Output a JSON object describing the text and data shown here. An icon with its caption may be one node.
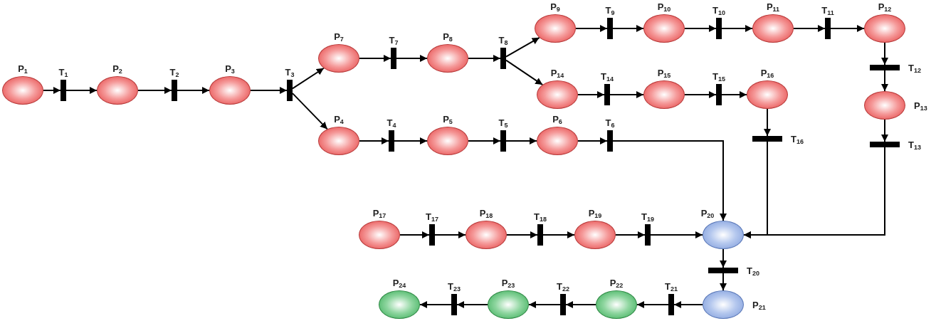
{
  "diagram": {
    "nodes": [
      {
        "text": [
          "P$_{1}$"
        ]
      },
      {
        "text": [
          "T$_{1}$"
        ]
      },
      {
        "text": [
          "P$_{2}$"
        ]
      },
      {
        "text": [
          "T$_{2}$"
        ]
      },
      {
        "text": [
          "P$_{3}$"
        ]
      },
      {
        "text": [
          "T$_{3}$"
        ]
      },
      {
        "text": [
          "P$_{7}$"
        ]
      },
      {
        "text": [
          "T$_{7}$"
        ]
      },
      {
        "text": [
          "P$_{8}$"
        ]
      },
      {
        "text": [
          "T$_{8}$"
        ]
      },
      {
        "text": [
          "P$_{9}$"
        ]
      },
      {
        "text": [
          "T$_{9}$"
        ]
      },
      {
        "text": [
          "P$_{10}$"
        ]
      },
      {
        "text": [
          "T$_{10}$"
        ]
      },
      {
        "text": [
          "P$_{11}$"
        ]
      },
      {
        "text": [
          "T$_{11}$"
        ]
      },
      {
        "text": [
          "P$_{12}$"
        ]
      },
      {
        "text": [
          "T$_{12}$"
        ]
      },
      {
        "text": [
          "P$_{13}$"
        ]
      },
      {
        "text": [
          "T$_{13}$"
        ]
      },
      {
        "text": [
          "P$_{14}$"
        ]
      },
      {
        "text": [
          "T$_{14}$"
        ]
      },
      {
        "text": [
          "P$_{15}$"
        ]
      },
      {
        "text": [
          "T$_{15}$"
        ]
      },
      {
        "text": [
          "P$_{16}$"
        ]
      },
      {
        "text": [
          "T$_{16}$"
        ]
      },
      {
        "text": [
          "P$_{4}$"
        ]
      },
      {
        "text": [
          "T$_{4}$"
        ]
      },
      {
        "text": [
          "P$_{5}$"
        ]
      },
      {
        "text": [
          "T$_{5}$"
        ]
      },
      {
        "text": [
          "P$_{6}$"
        ]
      },
      {
        "text": [
          "T$_{6}$"
        ]
      },
      {
        "text": [
          "P$_{17}$"
        ]
      },
      {
        "text": [
          "T$_{17}$"
        ]
      },
      {
        "text": [
          "P$_{18}$"
        ]
      },
      {
        "text": [
          "T$_{18}$"
        ]
      },
      {
        "text": [
          "P$_{19}$"
        ]
      },
      {
        "text": [
          "T$_{19}$"
        ]
      },
      {
        "text": [
          "P$_{20}$"
        ]
      },
      {
        "text": [
          "T$_{20}$"
        ]
      },
      {
        "text": [
          "P$_{21}$"
        ]
      },
      {
        "text": [
          "T$_{21}$"
        ]
      },
      {
        "text": [
          "P$_{22}$"
        ]
      },
      {
        "text": [
          "T$_{22}$"
        ]
      },
      {
        "text": [
          "P$_{23}$"
        ]
      },
      {
        "text": [
          "T$_{23}$"
        ]
      },
      {
        "text": [
          "P$_{24}$"
        ]
      }
    ],
    "edges": [
      {
        "from": 0,
        "to": 1,
        "arrow": "to"
      },
      {
        "from": 1,
        "to": 2,
        "arrow": "to"
      },
      {
        "from": 2,
        "to": 3,
        "arrow": "to"
      },
      {
        "from": 3,
        "to": 4,
        "arrow": "to"
      },
      {
        "from": 4,
        "to": 5,
        "arrow": "to"
      },
      {
        "from": 5,
        "to": 6,
        "arrow": "to"
      },
      {
        "from": 5,
        "to": 26,
        "arrow": "to"
      },
      {
        "from": 6,
        "to": 7,
        "arrow": "to"
      },
      {
        "from": 7,
        "to": 8,
        "arrow": "to"
      },
      {
        "from": 8,
        "to": 9,
        "arrow": "to"
      },
      {
        "from": 9,
        "to": 10,
        "arrow": "to"
      },
      {
        "from": 9,
        "to": 20,
        "arrow": "to"
      },
      {
        "from": 10,
        "to": 11,
        "arrow": "to"
      },
      {
        "from": 11,
        "to": 12,
        "arrow": "to"
      },
      {
        "from": 12,
        "to": 13,
        "arrow": "to"
      },
      {
        "from": 13,
        "to": 14,
        "arrow": "to"
      },
      {
        "from": 14,
        "to": 15,
        "arrow": "to"
      },
      {
        "from": 15,
        "to": 16,
        "arrow": "to"
      },
      {
        "from": 16,
        "to": 17,
        "arrow": "to"
      },
      {
        "from": 17,
        "to": 18,
        "arrow": "to"
      },
      {
        "from": 18,
        "to": 19,
        "arrow": "to"
      },
      {
        "from": 19,
        "to": 38,
        "arrow": "to"
      },
      {
        "from": 20,
        "to": 21,
        "arrow": "to"
      },
      {
        "from": 21,
        "to": 22,
        "arrow": "to"
      },
      {
        "from": 22,
        "to": 23,
        "arrow": "to"
      },
      {
        "from": 23,
        "to": 24,
        "arrow": "to"
      },
      {
        "from": 24,
        "to": 25,
        "arrow": "to"
      },
      {
        "from": 25,
        "to": 38,
        "arrow": "to"
      },
      {
        "from": 26,
        "to": 27,
        "arrow": "to"
      },
      {
        "from": 27,
        "to": 28,
        "arrow": "to"
      },
      {
        "from": 28,
        "to": 29,
        "arrow": "to"
      },
      {
        "from": 29,
        "to": 30,
        "arrow": "to"
      },
      {
        "from": 30,
        "to": 31,
        "arrow": "to"
      },
      {
        "from": 31,
        "to": 38,
        "arrow": "to"
      },
      {
        "from": 32,
        "to": 33,
        "arrow": "to"
      },
      {
        "from": 33,
        "to": 34,
        "arrow": "to"
      },
      {
        "from": 34,
        "to": 35,
        "arrow": "to"
      },
      {
        "from": 35,
        "to": 36,
        "arrow": "to"
      },
      {
        "from": 36,
        "to": 37,
        "arrow": "to"
      },
      {
        "from": 37,
        "to": 38,
        "arrow": "to"
      },
      {
        "from": 38,
        "to": 39,
        "arrow": "to"
      },
      {
        "from": 39,
        "to": 40,
        "arrow": "to"
      },
      {
        "from": 40,
        "to": 41,
        "arrow": "to"
      },
      {
        "from": 41,
        "to": 42,
        "arrow": "to"
      },
      {
        "from": 42,
        "to": 43,
        "arrow": "to"
      },
      {
        "from": 43,
        "to": 44,
        "arrow": "to"
      },
      {
        "from": 44,
        "to": 45,
        "arrow": "to"
      },
      {
        "from": 45,
        "to": 46,
        "arrow": "to"
      }
    ]
  }
}
